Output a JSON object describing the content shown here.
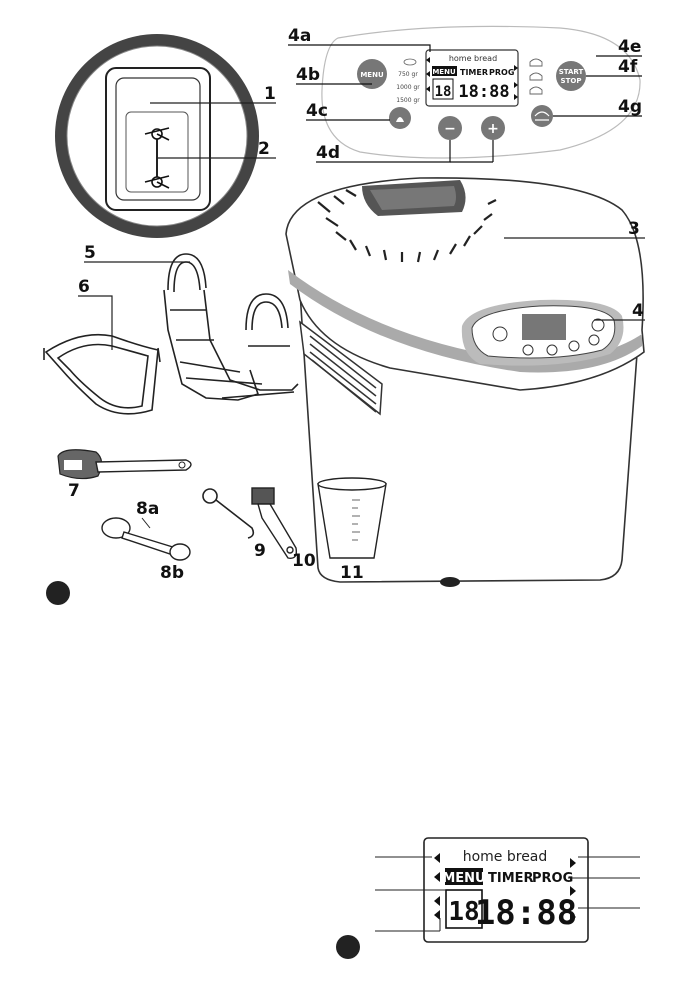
{
  "callouts": {
    "c4a": "4a",
    "c4b": "4b",
    "c4c": "4c",
    "c4d": "4d",
    "c4e": "4e",
    "c4f": "4f",
    "c4g": "4g",
    "c1": "1",
    "c2": "2",
    "c3": "3",
    "c4": "4",
    "c5": "5",
    "c6": "6",
    "c7": "7",
    "c8a": "8a",
    "c8b": "8b",
    "c9": "9",
    "c10": "10",
    "c11": "11"
  },
  "panel": {
    "menu_btn": "MENU",
    "start_btn_1": "START",
    "start_btn_2": "STOP",
    "minus": "−",
    "plus": "+",
    "w1": "750 gr",
    "w2": "1000 gr",
    "w3": "1500 gr",
    "brand": "home bread",
    "menu_tag": "MENU",
    "timer": "TIMER",
    "prog": "PROG",
    "prog_num": "18",
    "time": "18:88"
  },
  "lcd": {
    "brand": "home bread",
    "menu_tag": "MENU",
    "timer": "TIMER",
    "prog": "PROG",
    "prog_num": "18",
    "time": "18:88"
  }
}
